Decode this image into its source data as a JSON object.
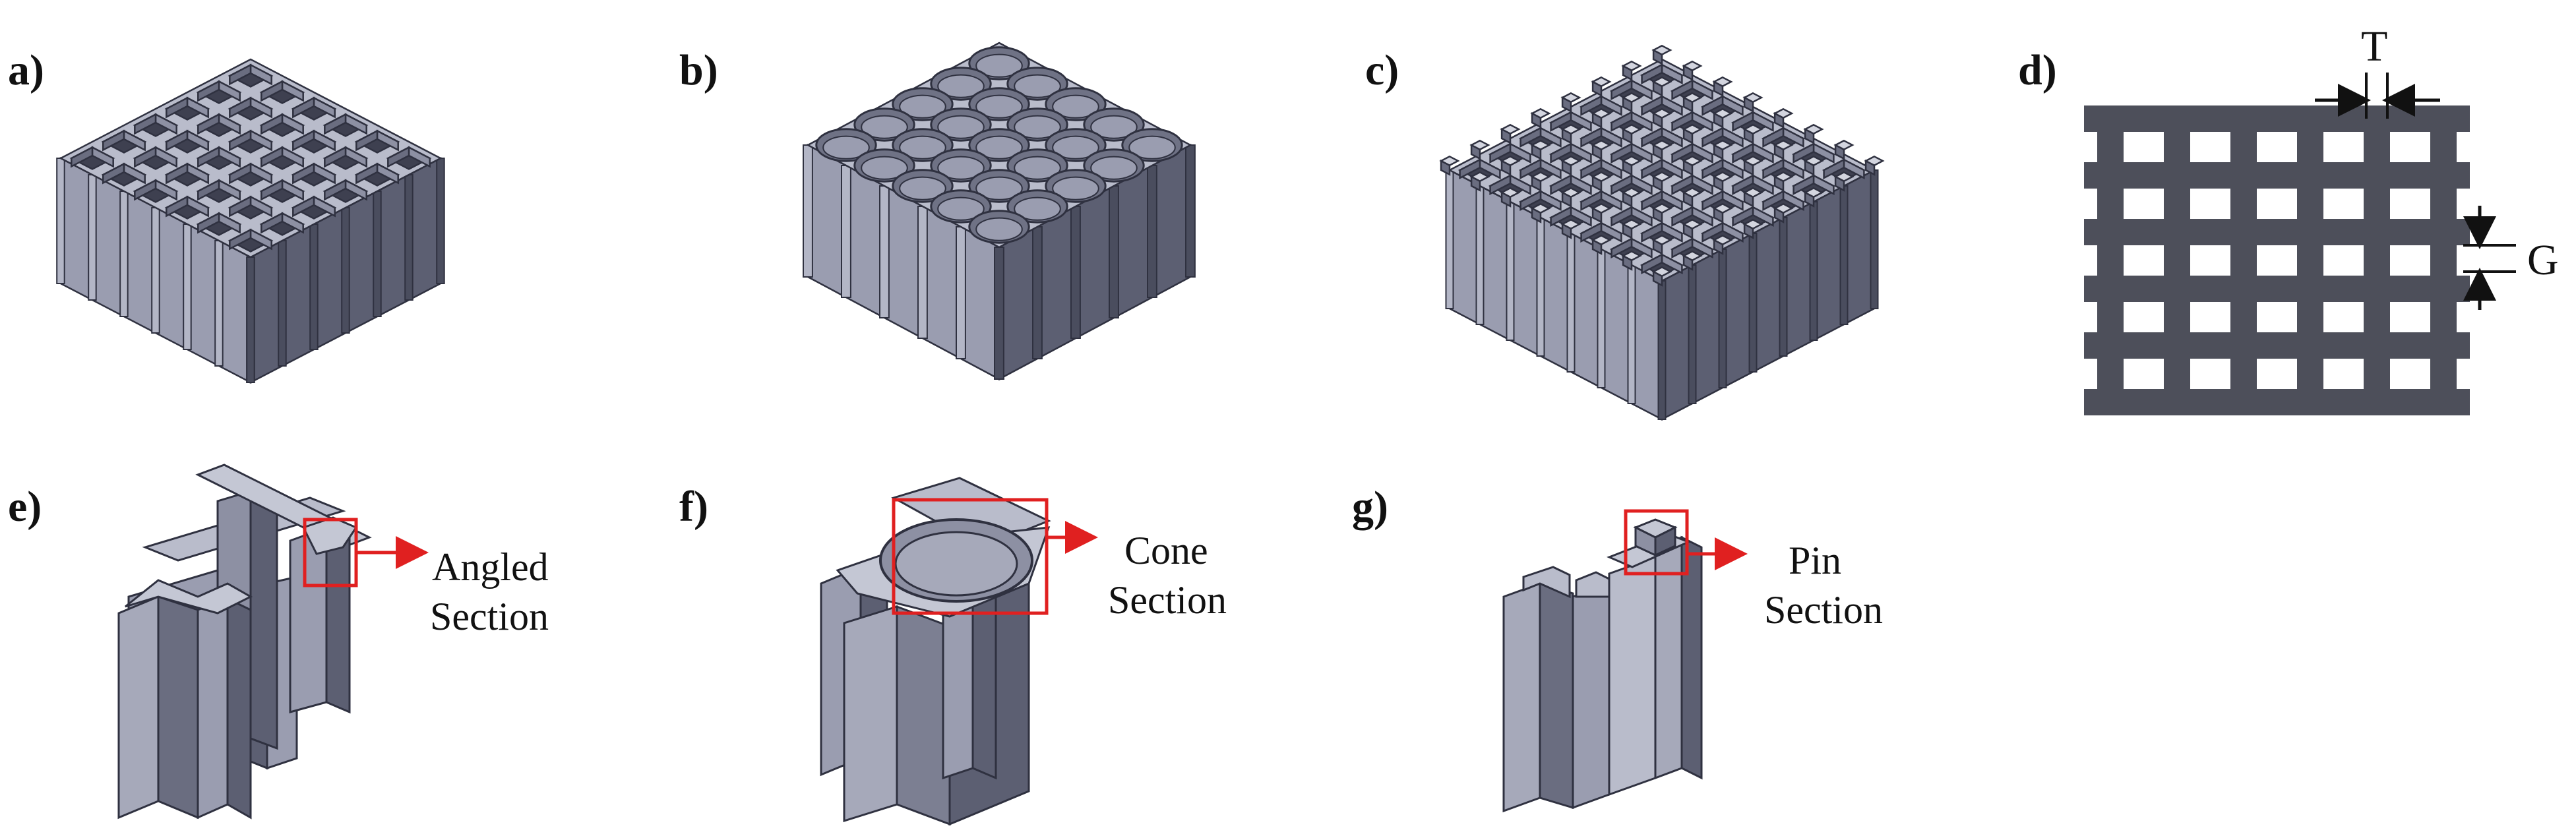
{
  "figure": {
    "panels": [
      {
        "id": "a",
        "label": "a)"
      },
      {
        "id": "b",
        "label": "b)"
      },
      {
        "id": "c",
        "label": "c)"
      },
      {
        "id": "d",
        "label": "d)"
      },
      {
        "id": "e",
        "label": "e)"
      },
      {
        "id": "f",
        "label": "f)"
      },
      {
        "id": "g",
        "label": "g)"
      }
    ],
    "dimensions": {
      "thickness": "T",
      "gap": "G"
    },
    "callouts": {
      "e": {
        "line1": "Angled",
        "line2": "Section"
      },
      "f": {
        "line1": "Cone",
        "line2": "Section"
      },
      "g": {
        "line1": "Pin",
        "line2": "Section"
      }
    },
    "colors": {
      "top_face": "#b9bccb",
      "left_face": "#9a9db0",
      "right_face": "#5c5f72",
      "edge": "#2f3140",
      "cross_section": "#4d4f5a",
      "highlight_box": "#e02020"
    }
  }
}
